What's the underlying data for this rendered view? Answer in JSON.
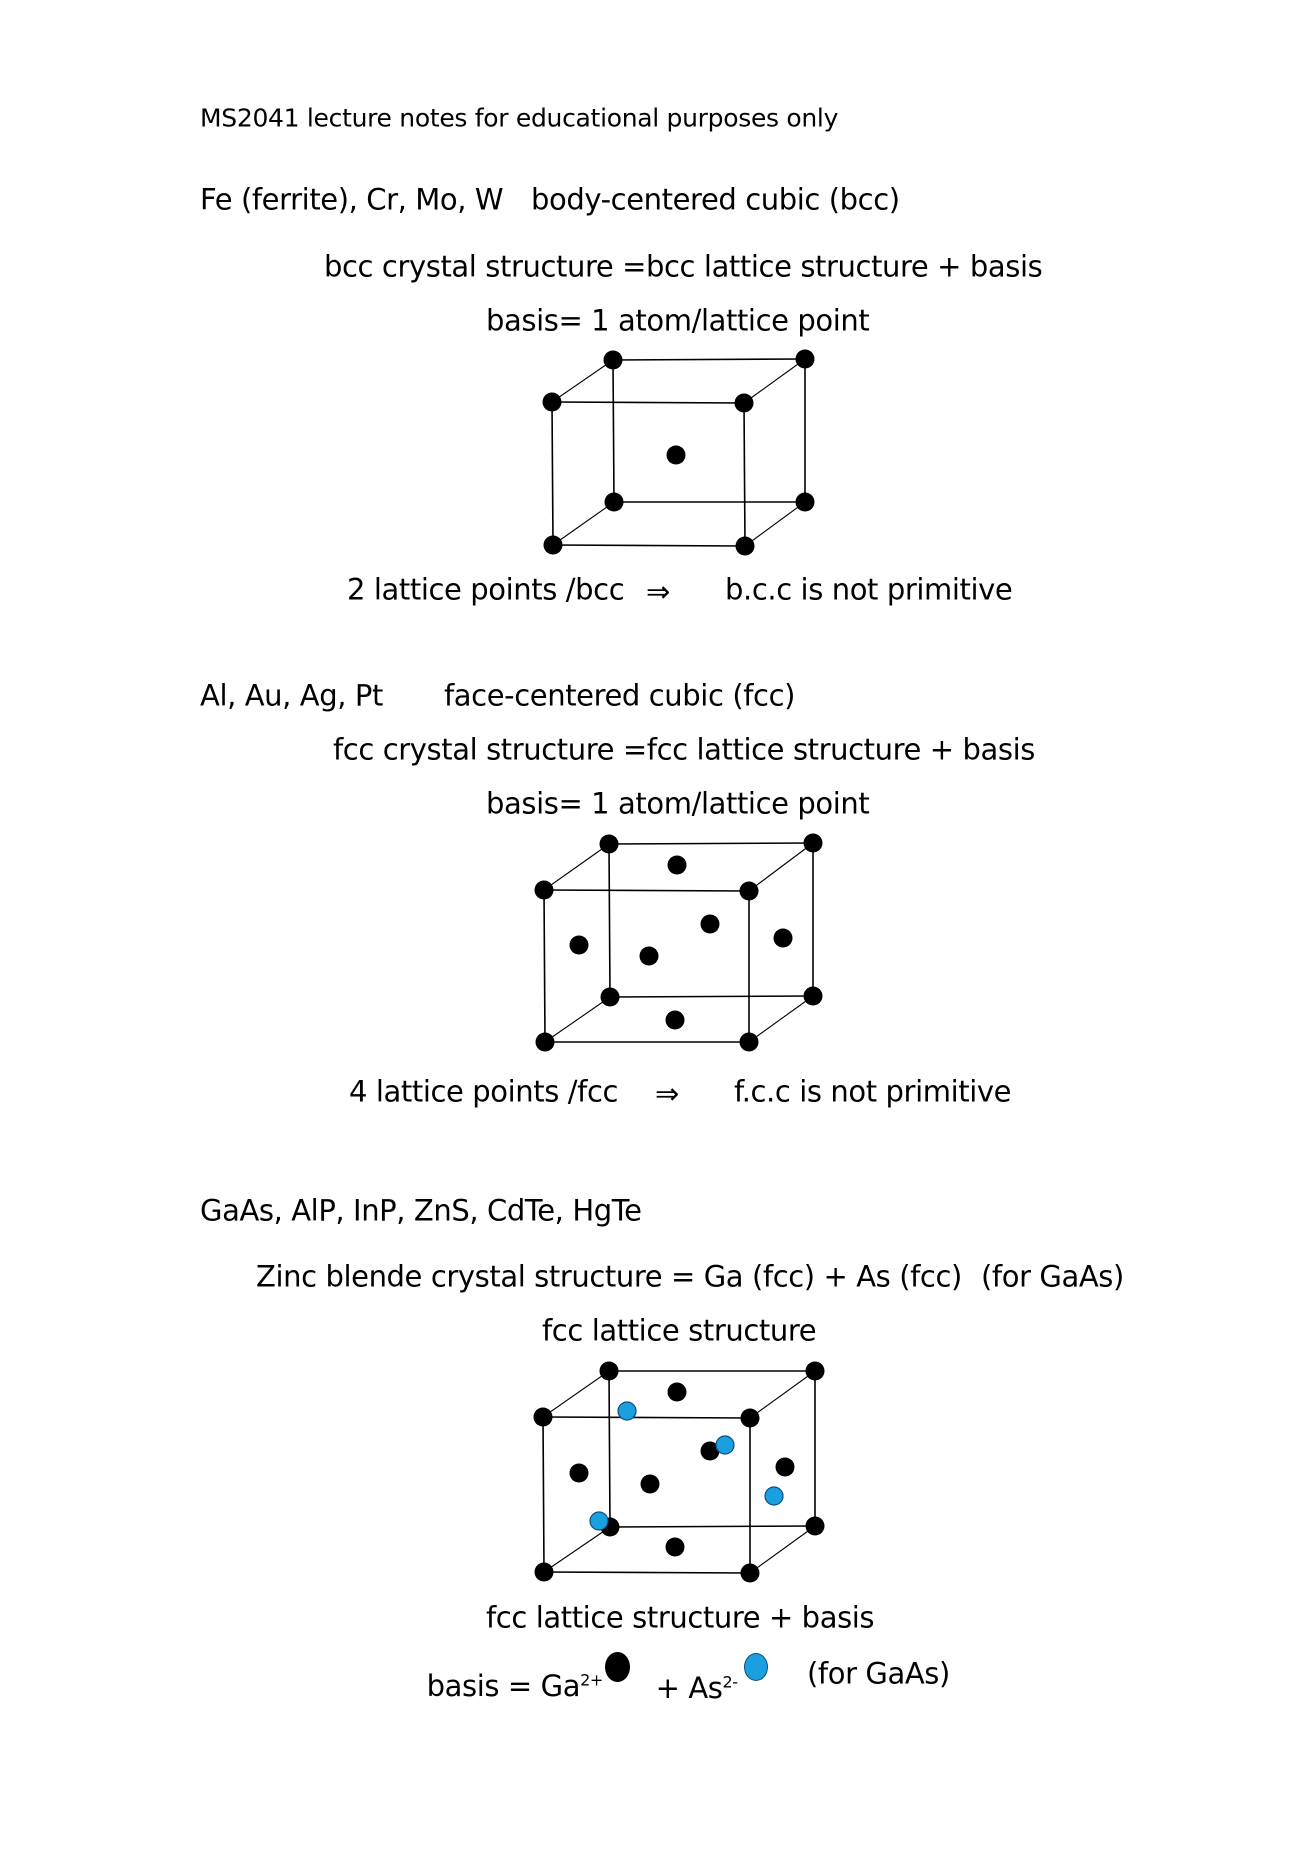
{
  "header": "MS2041 lecture notes for educational purposes only",
  "bcc": {
    "elements": "Fe (ferrite), Cr, Mo, W",
    "title": "body-centered cubic (bcc)",
    "equation": "bcc crystal structure =bcc lattice structure + basis",
    "basis": "basis= 1 atom/lattice point",
    "result_left": "2 lattice points /bcc",
    "arrow": "⇒",
    "result_right": "b.c.c is not primitive"
  },
  "fcc": {
    "elements": "Al, Au, Ag, Pt",
    "title": "face-centered cubic (fcc)",
    "equation": "fcc crystal structure =fcc lattice structure + basis",
    "basis": "basis= 1 atom/lattice point",
    "result_left": "4 lattice points /fcc",
    "arrow": "⇒",
    "result_right": "f.c.c is not primitive"
  },
  "zincblende": {
    "elements": "GaAs, AlP, InP, ZnS, CdTe, HgTe",
    "equation": "Zinc blende crystal structure = Ga (fcc) + As (fcc)",
    "equation_note": "(for GaAs)",
    "lattice_caption": "fcc lattice structure",
    "basis_caption": "fcc lattice structure + basis",
    "basis_prefix": "basis = Ga",
    "ga_charge": "2+",
    "plus_as": "+ As",
    "as_charge": "2-",
    "basis_note": "(for GaAs)"
  },
  "colors": {
    "ga_atom": "#000000",
    "as_atom": "#1a9fe0",
    "as_outline": "#0b4f80"
  }
}
